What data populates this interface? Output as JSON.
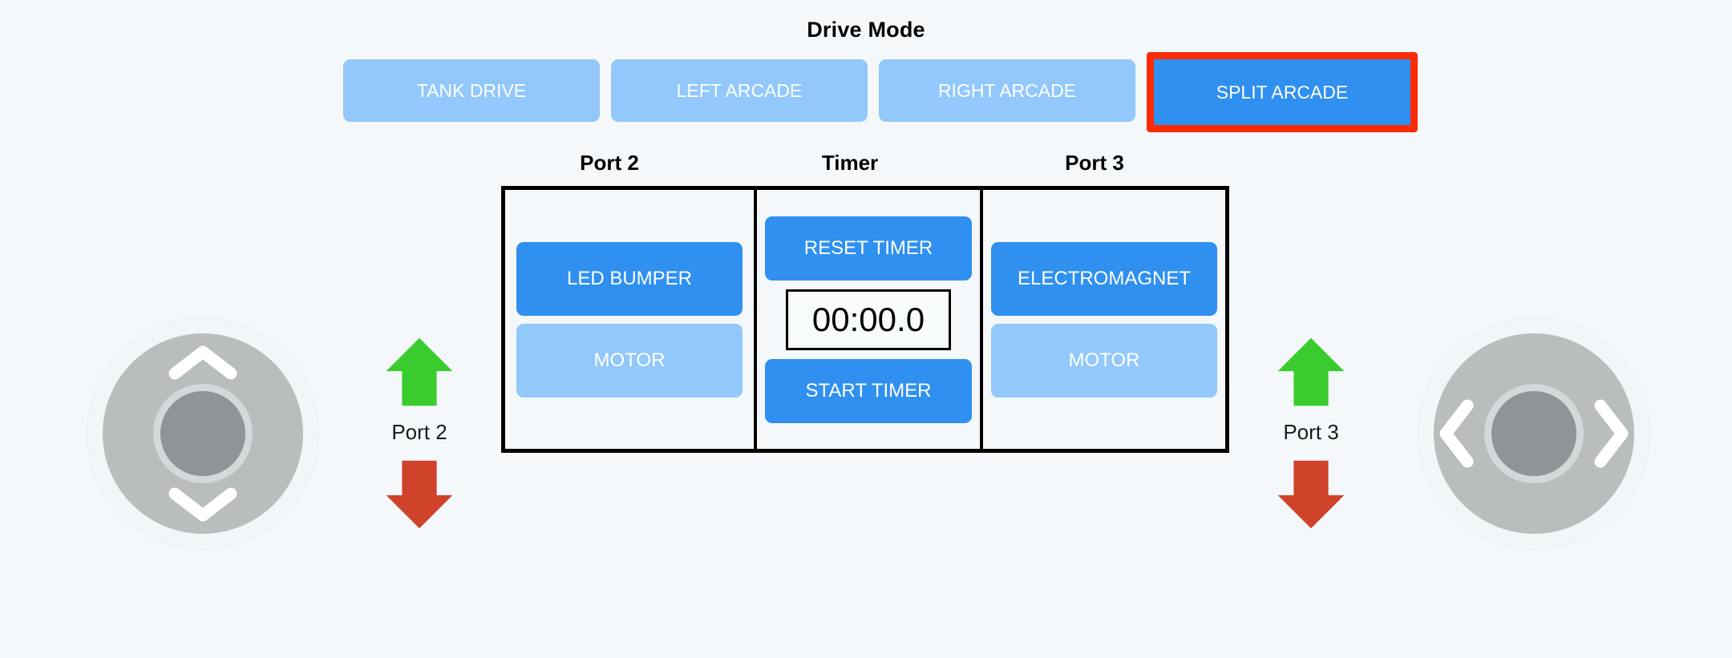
{
  "drive_mode": {
    "title": "Drive Mode",
    "modes": [
      {
        "label": "TANK DRIVE",
        "active": false
      },
      {
        "label": "LEFT ARCADE",
        "active": false
      },
      {
        "label": "RIGHT ARCADE",
        "active": false
      },
      {
        "label": "SPLIT ARCADE",
        "active": true,
        "highlighted": true
      }
    ]
  },
  "panel": {
    "headers": {
      "port2": "Port 2",
      "timer": "Timer",
      "port3": "Port 3"
    },
    "port2": {
      "buttons": [
        {
          "label": "LED BUMPER",
          "state": "on"
        },
        {
          "label": "MOTOR",
          "state": "off"
        }
      ]
    },
    "timer": {
      "reset_label": "RESET TIMER",
      "start_label": "START TIMER",
      "display": "00:00.0"
    },
    "port3": {
      "buttons": [
        {
          "label": "ELECTROMAGNET",
          "state": "on"
        },
        {
          "label": "MOTOR",
          "state": "off"
        }
      ]
    }
  },
  "arrows": {
    "left": {
      "port_label": "Port 2",
      "up_icon": "arrow-up-icon",
      "down_icon": "arrow-down-icon"
    },
    "right": {
      "port_label": "Port 3",
      "up_icon": "arrow-up-icon",
      "down_icon": "arrow-down-icon"
    }
  },
  "joysticks": {
    "left": {
      "axis": "vertical",
      "chevrons": [
        "chevron-up-icon",
        "chevron-down-icon"
      ]
    },
    "right": {
      "axis": "horizontal",
      "chevrons": [
        "chevron-left-icon",
        "chevron-right-icon"
      ]
    }
  },
  "colors": {
    "background": "#f4f8fa",
    "button_active": "#2f90f0",
    "button_inactive": "#92c8fb",
    "highlight_border": "#fc2b06",
    "arrow_up": "#3acc2f",
    "arrow_down": "#ce432a",
    "joystick_base": "#b9bdbe",
    "joystick_knob": "#8f9496",
    "panel_border": "#000000"
  }
}
